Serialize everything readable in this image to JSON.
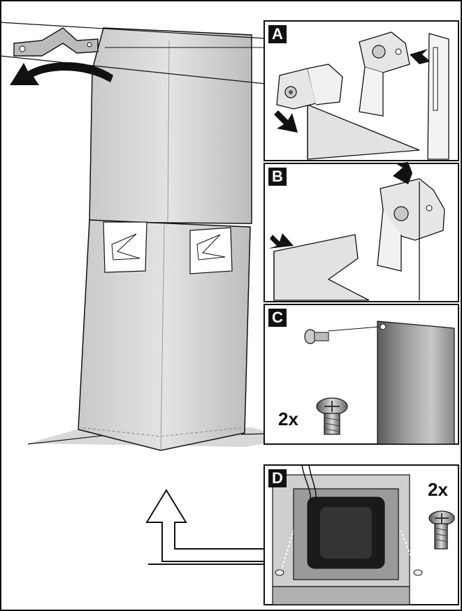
{
  "panels": {
    "a": {
      "label": "A"
    },
    "b": {
      "label": "B"
    },
    "c": {
      "label": "C",
      "quantity": "2x"
    },
    "d": {
      "label": "D",
      "quantity": "2x"
    }
  },
  "colors": {
    "outline": "#111111",
    "duct_light": "#d4d4d4",
    "duct_shadow": "#b5b5b5",
    "sheet_metal": "#e2e2e2",
    "arrow": "#111111",
    "background": "#ffffff"
  }
}
